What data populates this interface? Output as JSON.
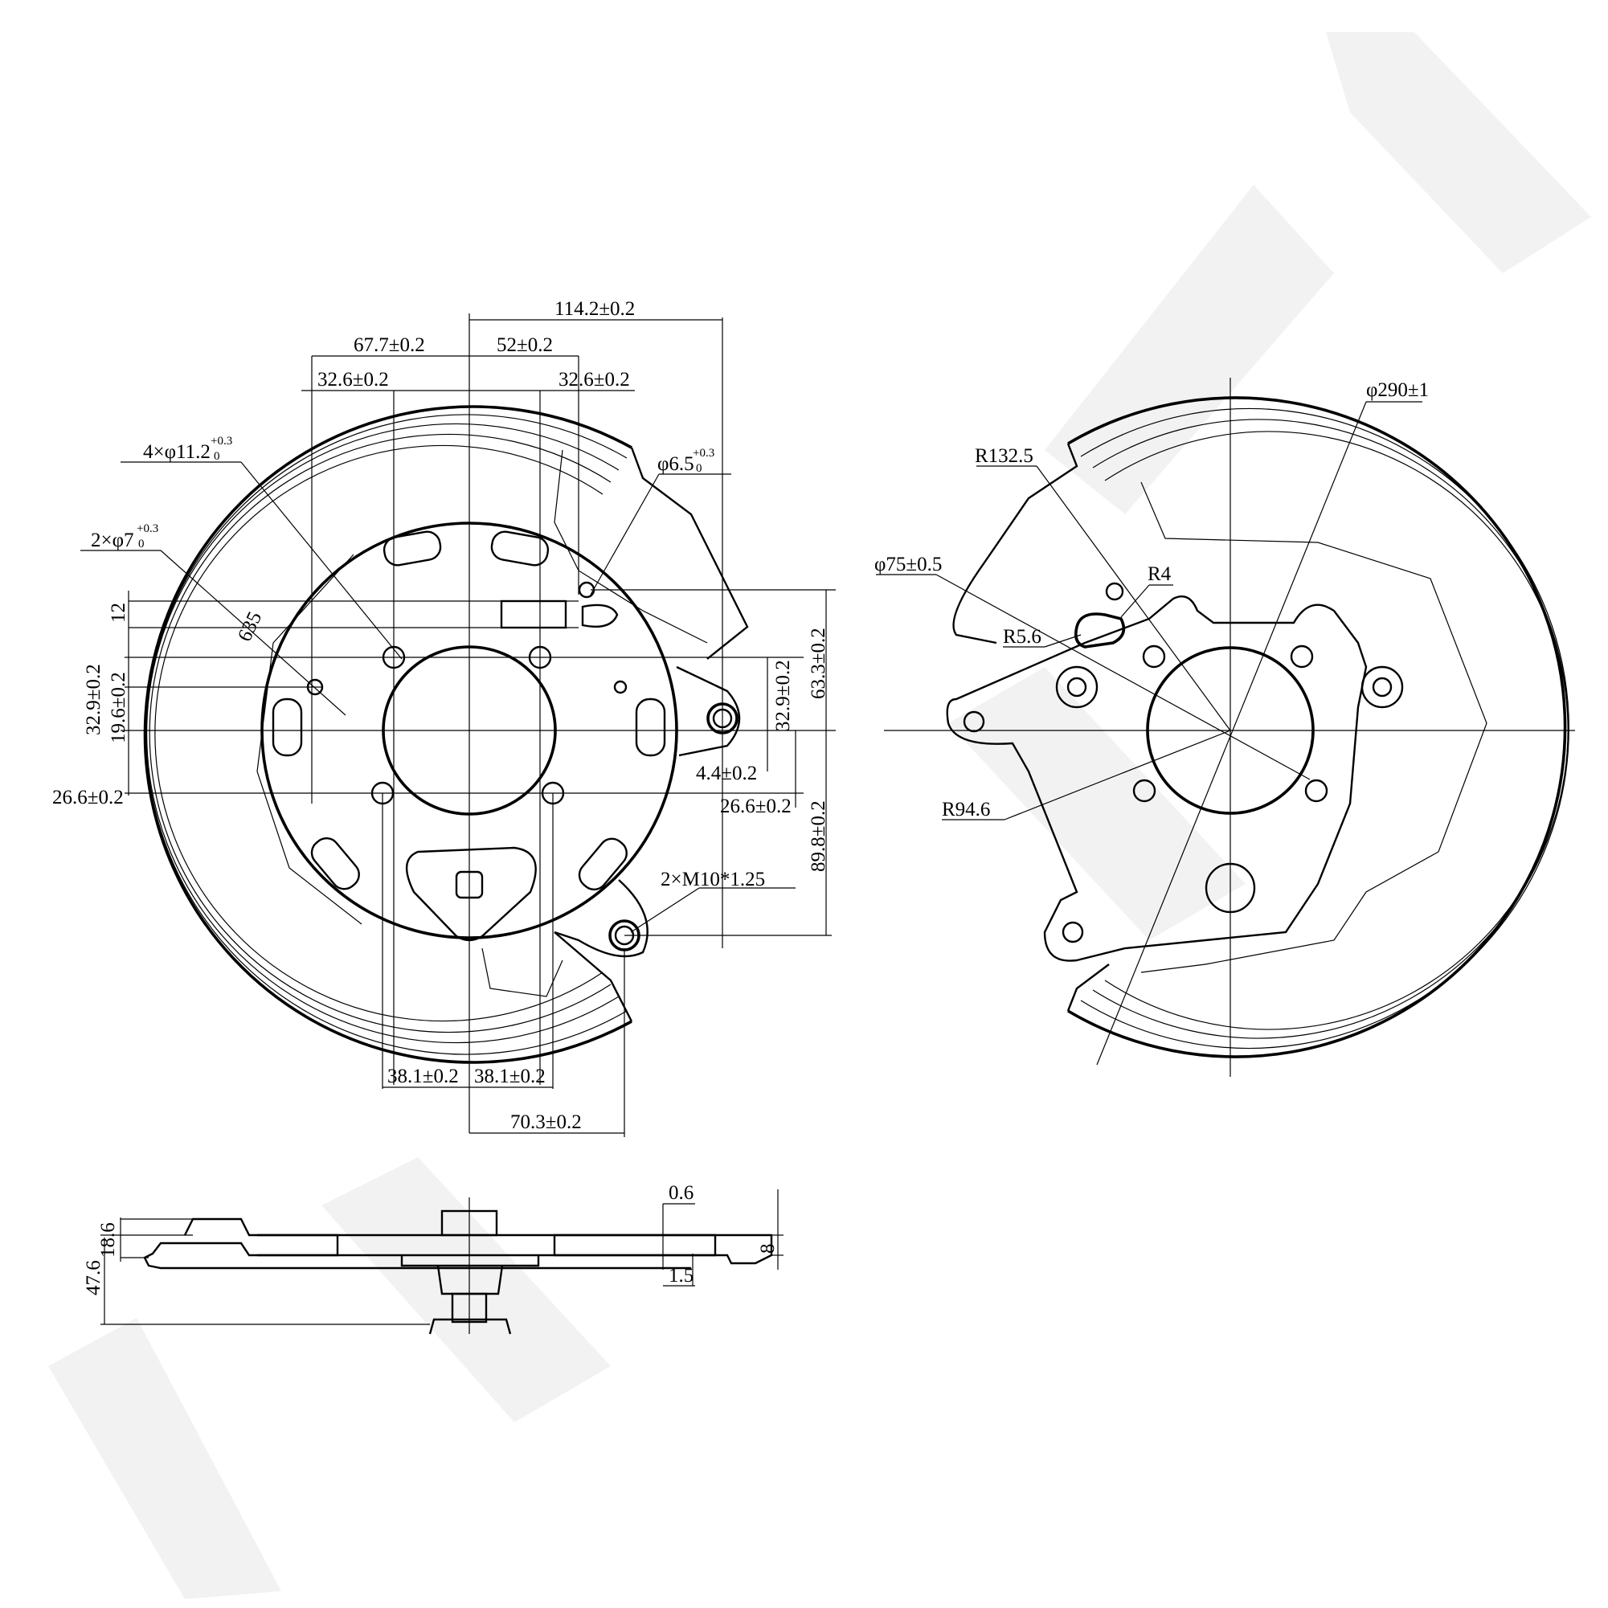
{
  "front_view": {
    "dims": {
      "d114": "114.2±0.2",
      "d67": "67.7±0.2",
      "d52": "52±0.2",
      "d32_left": "32.6±0.2",
      "d32_right": "32.6±0.2",
      "holes4": "4×φ11.2",
      "holes4_tol_up": "+0.3",
      "holes4_tol_low": "0",
      "hole65": "φ6.5",
      "hole65_tol_up": "+0.3",
      "hole65_tol_low": "0",
      "holes2": "2×φ7",
      "holes2_tol_up": "+0.3",
      "holes2_tol_low": "0",
      "d12": "12",
      "angle": "635",
      "d329_left": "32.9±0.2",
      "d196": "19.6±0.2",
      "d266_left": "26.6±0.2",
      "d329_right": "32.9±0.2",
      "d633": "63.3±0.2",
      "d44": "4.4±0.2",
      "d266_right": "26.6±0.2",
      "d898": "89.8±0.2",
      "thread": "2×M10*1.25",
      "d381_left": "38.1±0.2",
      "d381_right": "38.1±0.2",
      "d703": "70.3±0.2"
    }
  },
  "rear_view": {
    "dims": {
      "d290": "φ290±1",
      "r132": "R132.5",
      "d75": "φ75±0.5",
      "r4": "R4",
      "r56": "R5.6",
      "r946": "R94.6"
    }
  },
  "side_view": {
    "dims": {
      "d06": "0.6",
      "d8": "8",
      "d186": "18.6",
      "d476": "47.6",
      "d15": "1.5"
    }
  }
}
